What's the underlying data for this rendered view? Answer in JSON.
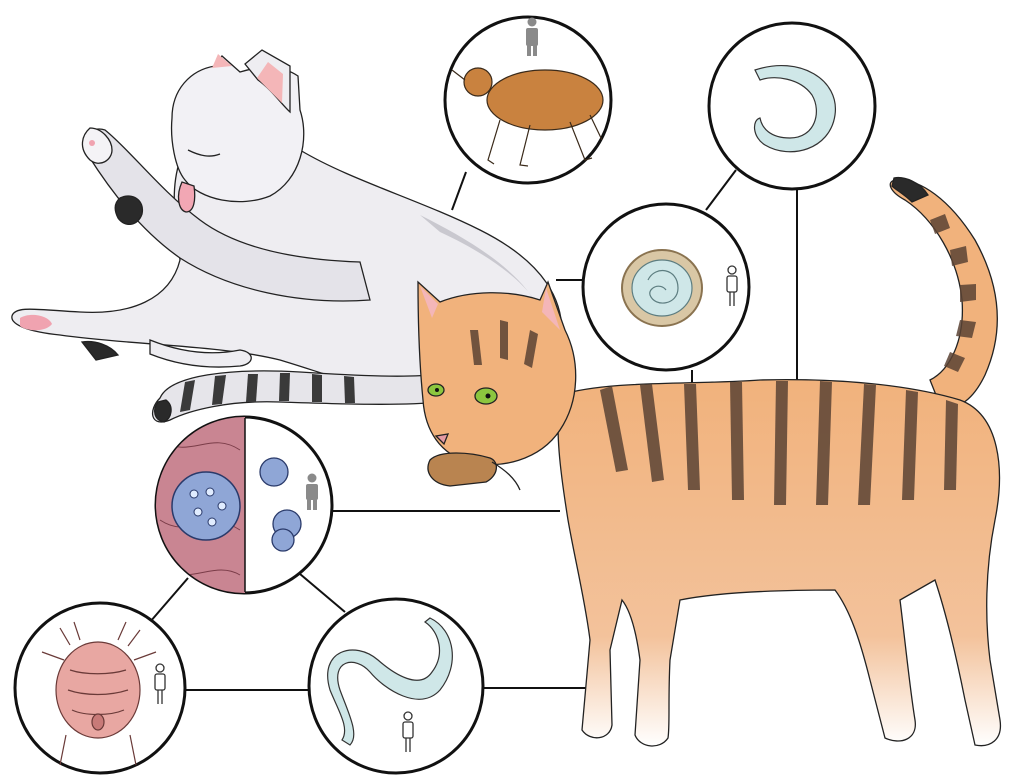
{
  "illustration": {
    "subject": "cat-parasites",
    "palette": {
      "background": "#ffffff",
      "outline": "#111111",
      "white_cat": "#eeedf1",
      "white_cat_shade": "#c9c8cf",
      "tabby_fur": "#f1b27c",
      "tabby_stripe": "#5b4334",
      "flea": "#c9823f",
      "worm": "#cfe7e8",
      "mite": "#e8a7a2",
      "cyst": "#8fa6d6",
      "tissue": "#c98592",
      "human_icon_filled": "#8a8a8a",
      "eye_green": "#8cc63f"
    },
    "parasite_circles": [
      {
        "id": "flea",
        "icon": "flea-icon",
        "human_icon": "filled"
      },
      {
        "id": "roundworm-curled",
        "icon": "roundworm-icon",
        "human_icon": "none"
      },
      {
        "id": "egg",
        "icon": "parasite-egg-icon",
        "human_icon": "outline"
      },
      {
        "id": "protozoa-cysts",
        "icon": "protozoa-cyst-icon",
        "human_icon": "filled"
      },
      {
        "id": "mite",
        "icon": "mite-icon",
        "human_icon": "outline"
      },
      {
        "id": "hookworm",
        "icon": "worm-icon",
        "human_icon": "outline"
      }
    ]
  }
}
